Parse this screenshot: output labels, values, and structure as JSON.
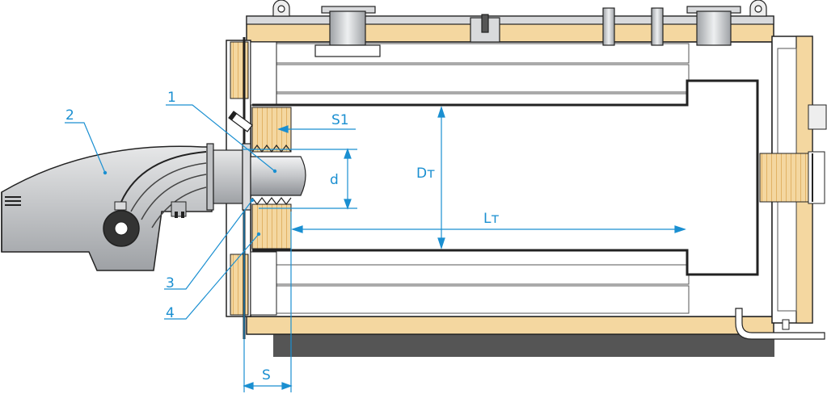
{
  "labels": {
    "c1": "1",
    "c2": "2",
    "c3": "3",
    "c4": "4",
    "s1": "S1",
    "d": "d",
    "dt": "Dт",
    "lt": "Lт",
    "s": "S"
  },
  "colors": {
    "accent": "#1a8fd1",
    "insulation": "#f4d7a0",
    "insulation_edge": "#e9b96a",
    "steel": "#c7c9cc",
    "outline": "#222222",
    "base": "#555555"
  }
}
